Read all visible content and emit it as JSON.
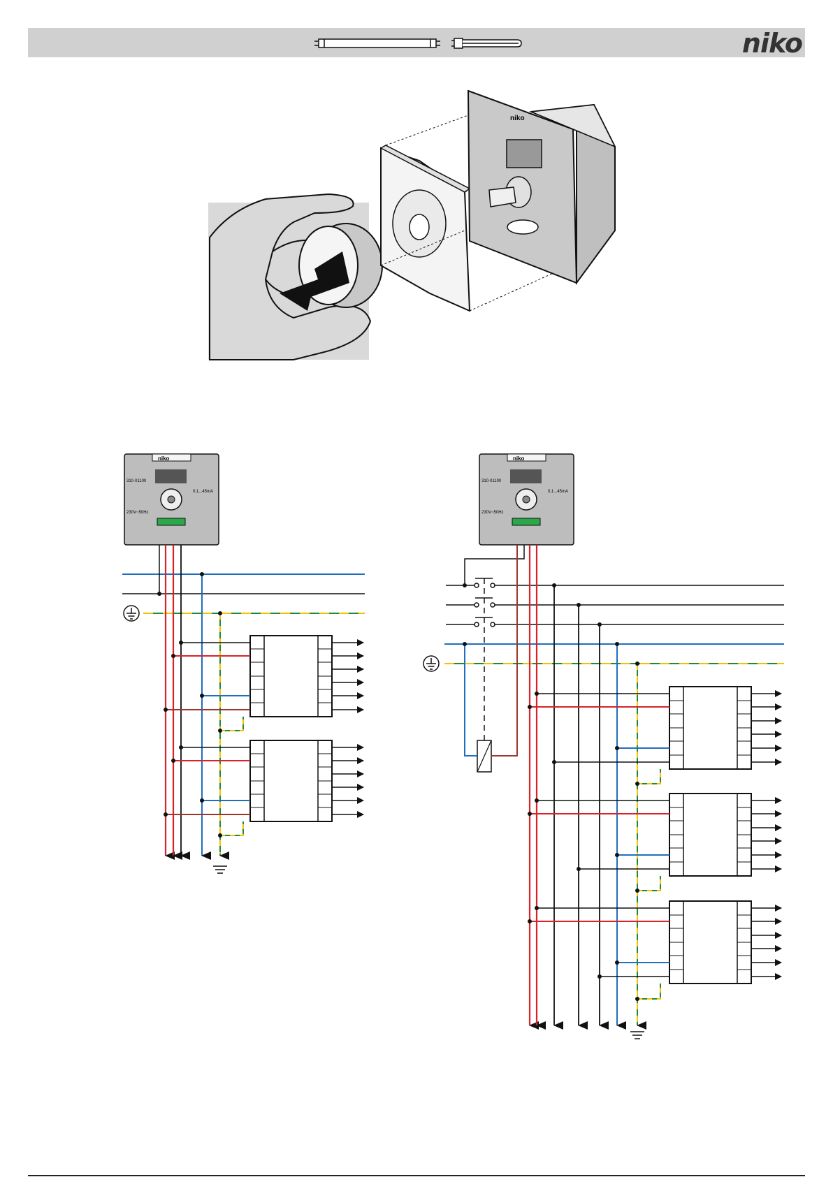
{
  "header": {
    "brand": "niko",
    "lamp_icons": [
      "fluorescent-tube-icon",
      "compact-fluorescent-lamp-icon"
    ]
  },
  "illustration": {
    "module_brand": "niko"
  },
  "module": {
    "brand": "niko",
    "model": "310-01100",
    "rating_left": "230V~50Hz",
    "rating_right": "0,1...45mA"
  },
  "colors": {
    "live_red": "#d8232a",
    "neutral_blue": "#1f6fc0",
    "earth_green": "#1e8a3c",
    "earth_yellow": "#f2c200",
    "phase_black": "#111111",
    "control_brown": "#a0342b",
    "header_grey": "#d0d0d0"
  },
  "diagrams": [
    {
      "name": "left-wiring-diagram",
      "ballasts": 2,
      "control": "direct"
    },
    {
      "name": "right-wiring-diagram",
      "ballasts": 3,
      "control": "contactor-switch"
    }
  ]
}
